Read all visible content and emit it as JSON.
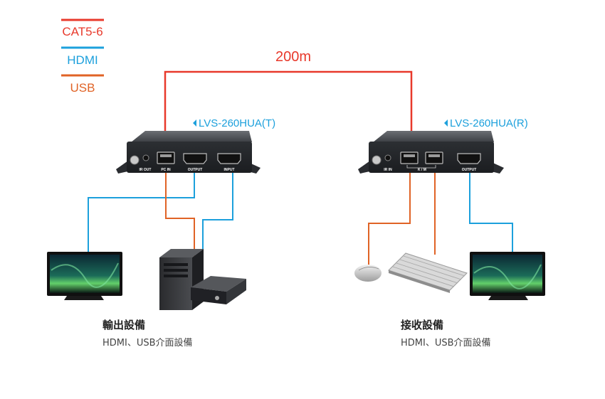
{
  "legend": {
    "items": [
      {
        "label": "CAT5-6",
        "color": "#e8392b"
      },
      {
        "label": "HDMI",
        "color": "#1ca0dc"
      },
      {
        "label": "USB",
        "color": "#e06326"
      }
    ]
  },
  "distance": "200m",
  "transmitter": {
    "model": "LVS-260HUA(T)",
    "ports": [
      "IR OUT",
      "PC IN",
      "OUTPUT",
      "INPUT"
    ],
    "group_title": "輸出設備",
    "group_subtitle": "HDMI、USB介面設備"
  },
  "receiver": {
    "model": "LVS-260HUA(R)",
    "ports": [
      "IR IN",
      "K / M",
      "OUTPUT"
    ],
    "group_title": "接收設備",
    "group_subtitle": "HDMI、USB介面設備"
  },
  "colors": {
    "cat": "#e8392b",
    "hdmi": "#1ca0dc",
    "usb": "#e06326",
    "device_body": "#3a3d42"
  }
}
